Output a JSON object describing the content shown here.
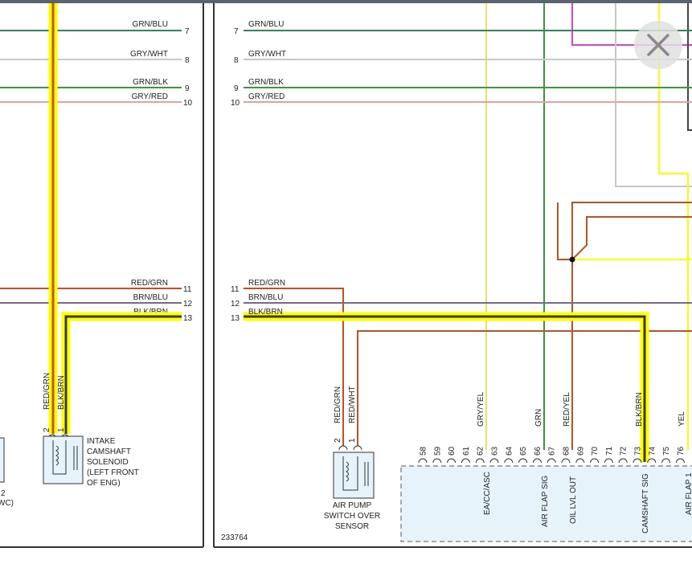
{
  "left_panel": {
    "wires": [
      {
        "label": "GRN/BLU",
        "pin": "7"
      },
      {
        "label": "GRY/WHT",
        "pin": "8"
      },
      {
        "label": "GRN/BLK",
        "pin": "9"
      },
      {
        "label": "GRY/RED",
        "pin": "10"
      },
      {
        "label": "RED/GRN",
        "pin": "11"
      },
      {
        "label": "BRN/BLU",
        "pin": "12"
      },
      {
        "label": "BLK/BRN",
        "pin": "13"
      }
    ],
    "vertical_labels": [
      "RED/GRN",
      "BLK/BRN"
    ],
    "solenoid_pins": [
      "2",
      "1"
    ],
    "solenoid_lines": [
      "INTAKE",
      "CAMSHAFT",
      "SOLENOID",
      "(LEFT FRONT",
      "OF ENG)"
    ],
    "partial_lines": [
      "2",
      "WC)"
    ]
  },
  "right_panel": {
    "wires": [
      {
        "label": "GRN/BLU",
        "pin": "7"
      },
      {
        "label": "GRY/WHT",
        "pin": "8"
      },
      {
        "label": "GRN/BLK",
        "pin": "9"
      },
      {
        "label": "GRY/RED",
        "pin": "10"
      },
      {
        "label": "RED/GRN",
        "pin": "11"
      },
      {
        "label": "BRN/BLU",
        "pin": "12"
      },
      {
        "label": "BLK/BRN",
        "pin": "13"
      }
    ],
    "sensor_vertical_labels": [
      "RED/GRN",
      "RED/WHT"
    ],
    "sensor_pins": [
      "2",
      "1"
    ],
    "sensor_lines": [
      "AIR PUMP",
      "SWITCH OVER",
      "SENSOR"
    ],
    "module_wire_labels": [
      "GRY/YEL",
      "GRN",
      "RED/YEL",
      "BLK/BRN",
      "YEL"
    ],
    "module_pins": [
      "58",
      "59",
      "60",
      "61",
      "62",
      "63",
      "64",
      "65",
      "66",
      "67",
      "68",
      "69",
      "70",
      "71",
      "72",
      "73",
      "74",
      "75",
      "76"
    ],
    "module_signals": [
      "EA/CC/ASC",
      "AIR FLAP SIG",
      "OIL LVL OUT",
      "CAMSHAFT SIG",
      "AIR FLAP 1"
    ],
    "figure_number": "233764"
  },
  "colors": {
    "grn_blu": "#2e8b57",
    "gry_wht": "#c8c8c8",
    "grn_blk": "#3a9a3a",
    "gry_red": "#e8a0a0",
    "red_grn": "#c8501e",
    "brn_blu": "#7a6a8a",
    "blk_brn": "#3a3a3a",
    "highlight": "#ffff00",
    "magenta": "#e040e0",
    "module_fill": "#e6f3fb"
  },
  "close_icon": "close-icon"
}
